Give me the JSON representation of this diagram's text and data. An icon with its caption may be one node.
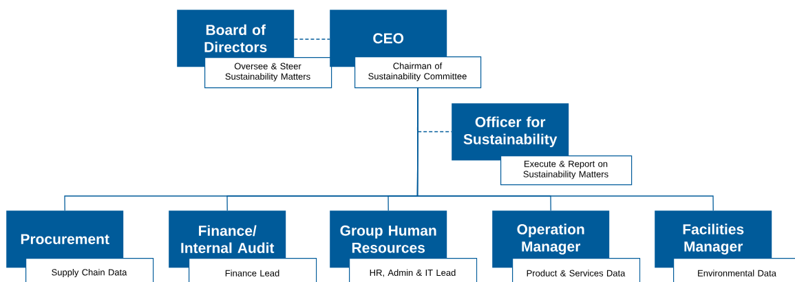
{
  "diagram": {
    "nodes": [
      {
        "text": [
          "Board of Directors",
          "Oversee & Steer Sustainability Matters"
        ]
      },
      {
        "text": [
          "CEO",
          "Chairman of Sustainability Committee"
        ]
      },
      {
        "text": [
          "Officer for Sustainability",
          "Execute & Report on Sustainability Matters"
        ]
      },
      {
        "text": [
          "Procurement",
          "Supply Chain Data"
        ]
      },
      {
        "text": [
          "Finance/ Internal Audit",
          "Finance Lead"
        ]
      },
      {
        "text": [
          "Group Human Resources",
          "HR, Admin & IT Lead"
        ]
      },
      {
        "text": [
          "Operation Manager",
          "Product & Services Data"
        ]
      },
      {
        "text": [
          "Facilities Manager",
          "Environmental Data"
        ]
      }
    ],
    "edges": [
      {
        "from": 0,
        "to": 1,
        "arrow": "none",
        "style": "dashed"
      },
      {
        "from": 1,
        "to": 2,
        "arrow": "none",
        "style": "dashed"
      },
      {
        "from": 1,
        "to": 3,
        "arrow": "none"
      },
      {
        "from": 1,
        "to": 4,
        "arrow": "none"
      },
      {
        "from": 1,
        "to": 5,
        "arrow": "none"
      },
      {
        "from": 1,
        "to": 6,
        "arrow": "none"
      },
      {
        "from": 1,
        "to": 7,
        "arrow": "none"
      }
    ]
  }
}
